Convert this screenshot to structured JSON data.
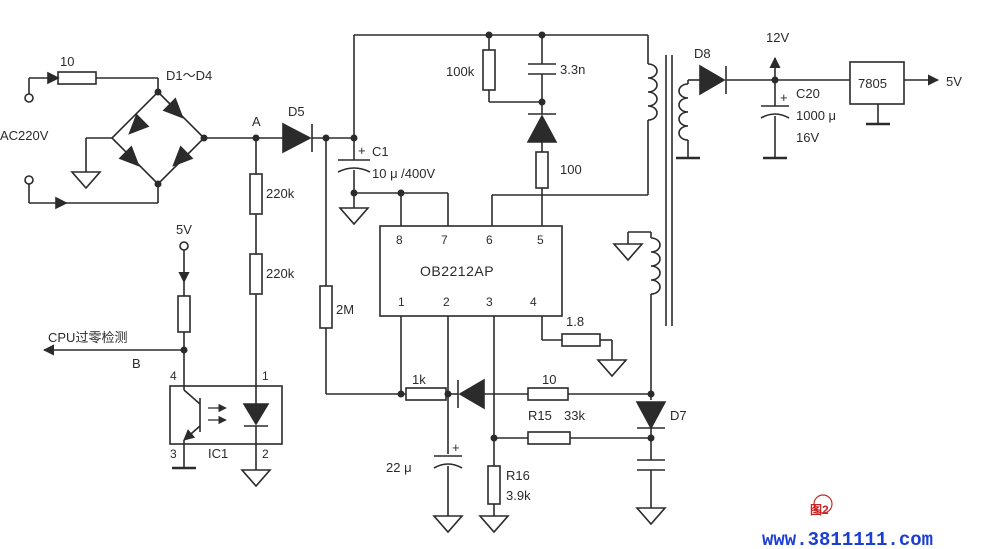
{
  "input": {
    "resistor": "10",
    "bridge": "D1～D4",
    "ac": "AC220V",
    "node_a": "A"
  },
  "d5": "D5",
  "c1": {
    "name": "C1",
    "value": "10 μ /400V"
  },
  "snubber": {
    "r": "100k",
    "c": "3.3n",
    "r2": "100"
  },
  "ic": {
    "name": "OB2212AP",
    "pins_top": [
      "8",
      "7",
      "6",
      "5"
    ],
    "pins_bottom": [
      "1",
      "2",
      "3",
      "4"
    ]
  },
  "divider": {
    "r1": "220k",
    "r2": "220k",
    "r3": "2M"
  },
  "opto": {
    "name": "IC1",
    "pins": [
      "4",
      "3",
      "1",
      "2"
    ],
    "supply": "5V",
    "out_label": "CPU过零检测",
    "out_node": "B"
  },
  "output": {
    "d8": "D8",
    "v12": "12V",
    "c20": "C20",
    "c20_value": "1000 μ",
    "c20_voltage": "16V",
    "reg": "7805",
    "v5": "5V"
  },
  "fb": {
    "r_1k": "1k",
    "r_10": "10",
    "r15": "R15",
    "r15_value": "33k",
    "r_sense": "1.8",
    "c_22": "22 μ",
    "r16": "R16",
    "r16_value": "3.9k",
    "d7": "D7"
  },
  "figure_label": "图2",
  "watermark": "www.3811111.com"
}
